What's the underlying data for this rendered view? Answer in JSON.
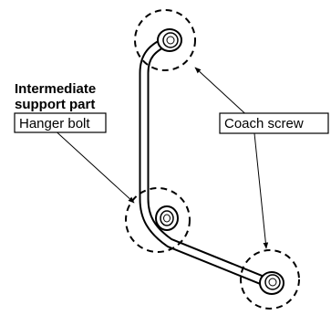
{
  "labels": {
    "intermediate_line1": "Intermediate",
    "intermediate_line2": "support part",
    "hanger_bolt": "Hanger bolt",
    "coach_screw": "Coach screw"
  }
}
